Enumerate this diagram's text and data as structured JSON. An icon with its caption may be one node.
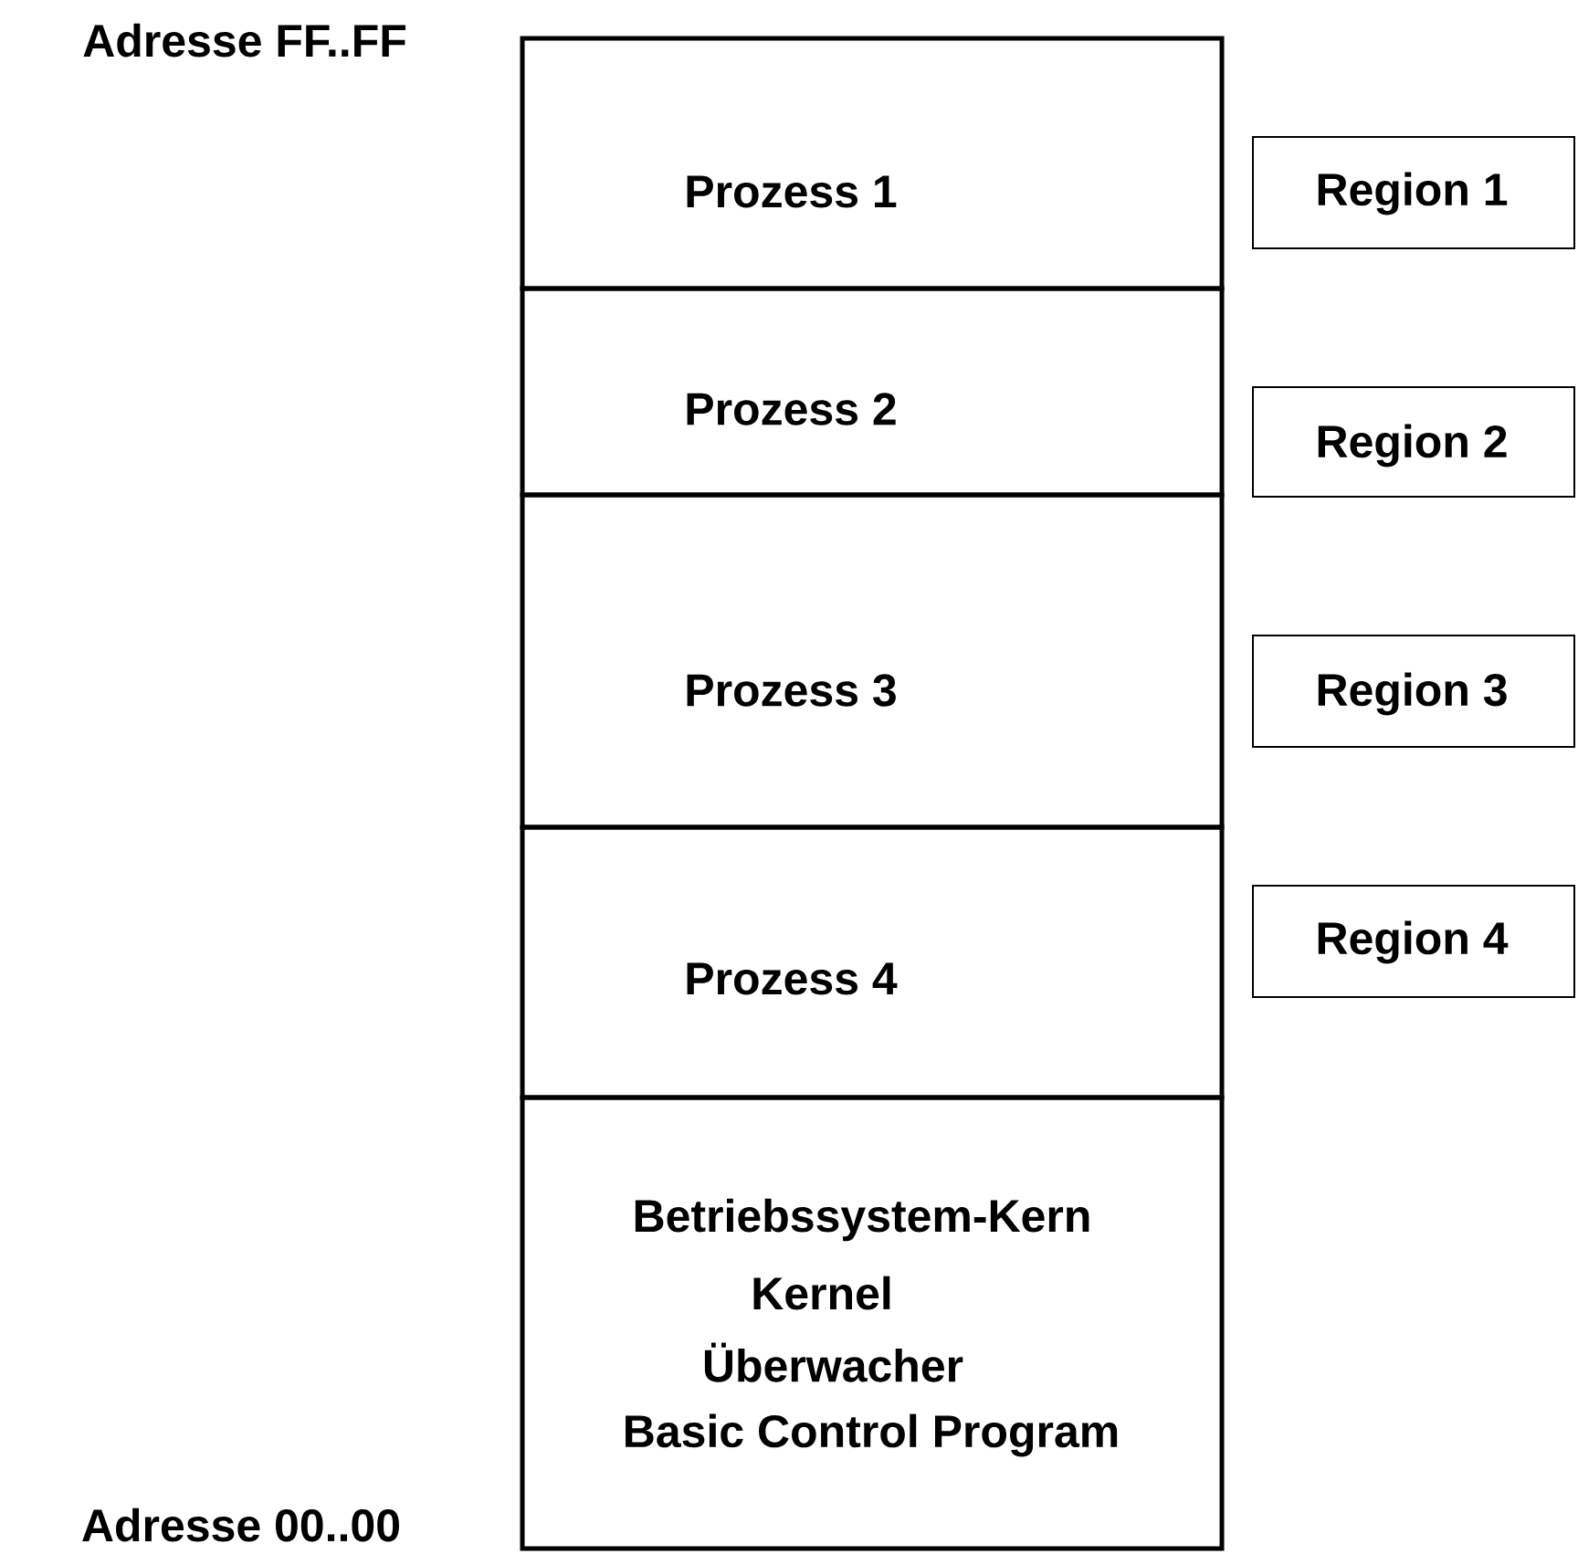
{
  "diagram": {
    "nodes": [
      {
        "text": [
          "Prozess 1"
        ]
      },
      {
        "text": [
          "Prozess 2"
        ]
      },
      {
        "text": [
          "Prozess 3"
        ]
      },
      {
        "text": [
          "Prozess 4"
        ]
      },
      {
        "text": [
          "Betriebssystem-Kern",
          "Kernel",
          "Überwacher",
          "Basic Control Program"
        ]
      },
      {
        "text": [
          "Region 1"
        ]
      },
      {
        "text": [
          "Region 2"
        ]
      },
      {
        "text": [
          "Region 3"
        ]
      },
      {
        "text": [
          "Region 4"
        ]
      }
    ],
    "labels": [
      "Adresse FF..FF",
      "Adresse 00..00"
    ]
  }
}
